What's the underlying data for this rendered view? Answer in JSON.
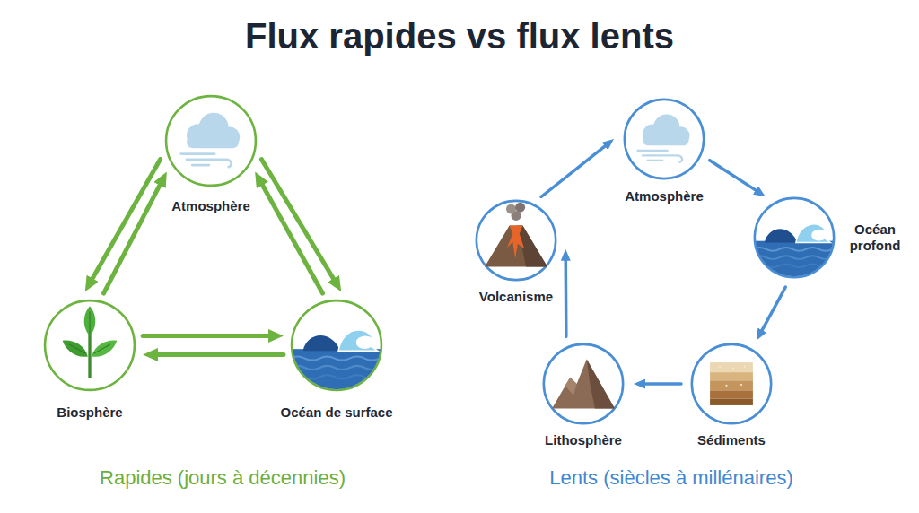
{
  "diagram": {
    "title": "Flux rapides vs flux lents",
    "nodes": [
      {
        "text": [
          "Atmosphère"
        ]
      },
      {
        "text": [
          "Biosphère"
        ]
      },
      {
        "text": [
          "Océan de surface"
        ]
      },
      {
        "text": [
          "Atmosphère"
        ]
      },
      {
        "text": [
          "Océan profond"
        ]
      },
      {
        "text": [
          "Sédiments"
        ]
      },
      {
        "text": [
          "Lithosphère"
        ]
      },
      {
        "text": [
          "Volcanisme"
        ]
      }
    ],
    "edges": [
      {
        "from": 0,
        "to": 1,
        "arrow": "to"
      },
      {
        "from": 1,
        "to": 0,
        "arrow": "to"
      },
      {
        "from": 0,
        "to": 2,
        "arrow": "to"
      },
      {
        "from": 2,
        "to": 0,
        "arrow": "to"
      },
      {
        "from": 1,
        "to": 2,
        "arrow": "to"
      },
      {
        "from": 2,
        "to": 1,
        "arrow": "to"
      },
      {
        "from": 3,
        "to": 4,
        "arrow": "to"
      },
      {
        "from": 4,
        "to": 5,
        "arrow": "to"
      },
      {
        "from": 5,
        "to": 6,
        "arrow": "to"
      },
      {
        "from": 6,
        "to": 7,
        "arrow": "to"
      },
      {
        "from": 7,
        "to": 3,
        "arrow": "to"
      }
    ],
    "labels": [
      "Rapides (jours à décennies)",
      "Lents (siècles à millénaires)"
    ]
  }
}
